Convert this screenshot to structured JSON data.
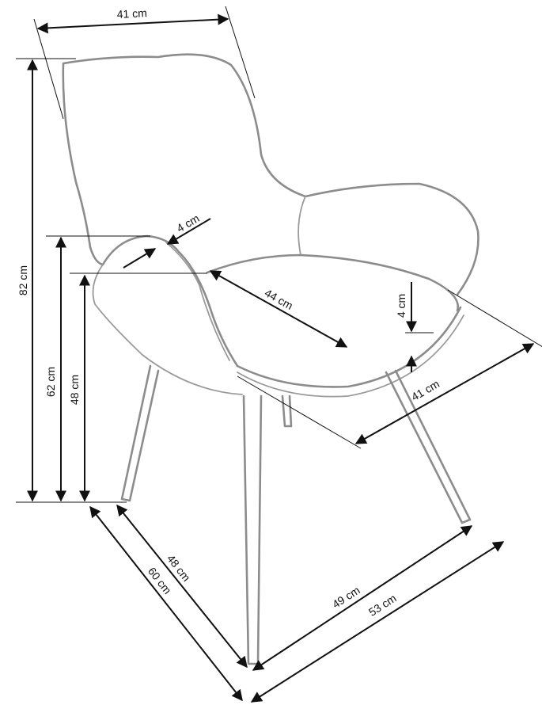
{
  "labels": {
    "top_width": "41 cm",
    "total_height": "82 cm",
    "armrest_height": "62 cm",
    "seat_height": "48 cm",
    "armrest_width": "4 cm",
    "seat_depth": "44 cm",
    "seat_thickness": "4 cm",
    "seat_width": "41 cm",
    "leg_depth_inner": "48 cm",
    "leg_depth_outer": "60 cm",
    "leg_width_inner": "49 cm",
    "leg_width_outer": "53 cm"
  },
  "colors": {
    "dimension_lines": "#111111",
    "chair_outline": "#8c8c8c",
    "background": "#ffffff"
  }
}
